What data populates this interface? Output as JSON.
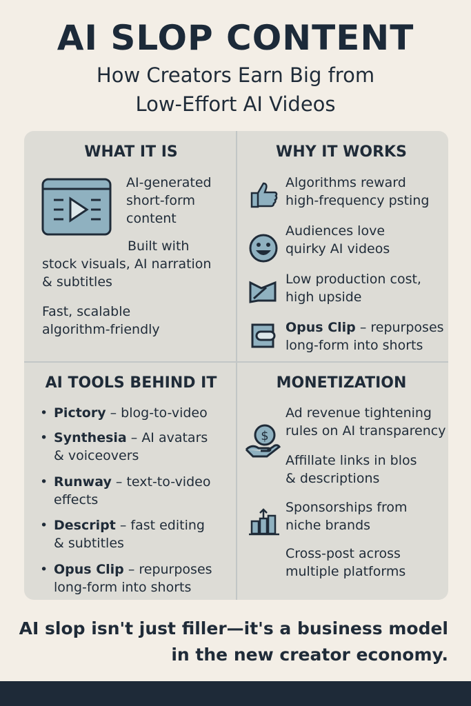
{
  "title": "AI SLOP CONTENT",
  "subtitle": [
    "How Creators Earn Big from",
    "Low-Effort AI Videos"
  ],
  "what": {
    "heading": "WHAT IT IS",
    "items": [
      "AI-generated\nshort-form\ncontent",
      "Built with",
      "stock visuals, AI narration\n& subtitles",
      "Fast, scalable\nalgorithm-friendly"
    ]
  },
  "why": {
    "heading": "WHY IT WORKS",
    "items": [
      {
        "text": "Algorithms reward\nhigh-frequency psting",
        "icon": "thumbs-up-icon"
      },
      {
        "text": "Audiences love\nquirky AI videos",
        "icon": "smiley-icon"
      },
      {
        "text": "Low production cost,\nhigh upside",
        "icon": "ticket-icon"
      },
      {
        "bold": "Opus Clip",
        "text": " – repurposes",
        "text2": "long-form into shorts",
        "icon": "clip-icon"
      }
    ]
  },
  "tools": {
    "heading": "AI TOOLS BEHIND IT",
    "items": [
      {
        "name": "Pictory",
        "desc": " – blog-to-video",
        "desc2": ""
      },
      {
        "name": "Synthesia",
        "desc": " – AI avatars",
        "desc2": "& voiceovers"
      },
      {
        "name": "Runway",
        "desc": " – text-to-video",
        "desc2": "effects"
      },
      {
        "name": "Descript",
        "desc": " – fast editing",
        "desc2": "& subtitles"
      },
      {
        "name": "Opus Clip",
        "desc": " – repurposes",
        "desc2": "long-form into shorts"
      }
    ]
  },
  "money": {
    "heading": "MONETIZATION",
    "items": [
      "Ad revenue tightening\nrules on AI transparency",
      "Affillate links in blos\n& descriptions",
      "Sponsorships from\nniche brands",
      "Cross-post across\nmultiple platforms"
    ]
  },
  "closing": [
    "AI slop isn't just filler—it's a business model",
    "in the new creator economy."
  ],
  "colors": {
    "background": "#f3eee6",
    "panel": "#dddcd6",
    "text": "#1f2b38",
    "icon_fill": "#8fb1c0"
  }
}
